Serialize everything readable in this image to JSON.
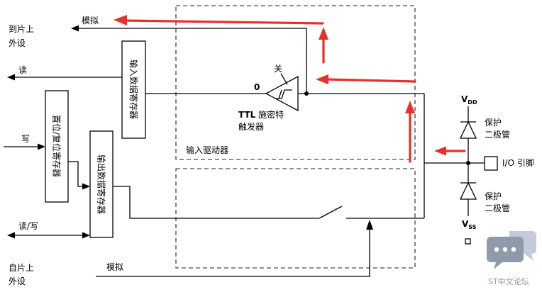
{
  "labels": {
    "to_peripheral_line1": "到片上",
    "to_peripheral_line2": "外设",
    "analog_out": "模拟",
    "read": "读",
    "write": "写",
    "read_write": "读/写",
    "from_peripheral_line1": "自片上",
    "from_peripheral_line2": "外设",
    "analog_in": "模拟"
  },
  "registers": {
    "input_data": "输入数据寄存器",
    "bit_set_reset": "置位/复位寄存器",
    "output_data": "输出数据寄存器"
  },
  "schmitt": {
    "off_label": "关",
    "input_level": "0",
    "name_prefix": "TTL",
    "name_line1": "施密特",
    "name_line2": "触发器"
  },
  "input_driver_label": "输入驱动器",
  "power": {
    "vdd_main": "V",
    "vdd_sub": "DD",
    "vss_main": "V",
    "vss_sub": "SS"
  },
  "protection_diodes": [
    {
      "line1": "保护",
      "line2": "二极管"
    },
    {
      "line1": "保护",
      "line2": "二极管"
    }
  ],
  "io_pin_label": "I/O 引脚",
  "watermark": "ST中文论坛",
  "icons": [
    "arrow-icon",
    "diode-icon",
    "switch-icon",
    "schmitt-trigger-icon",
    "chat-bubble-icon"
  ],
  "colors": {
    "highlight_arrow": "#e8302a",
    "line": "#000000",
    "watermark": "#8a96a8"
  }
}
